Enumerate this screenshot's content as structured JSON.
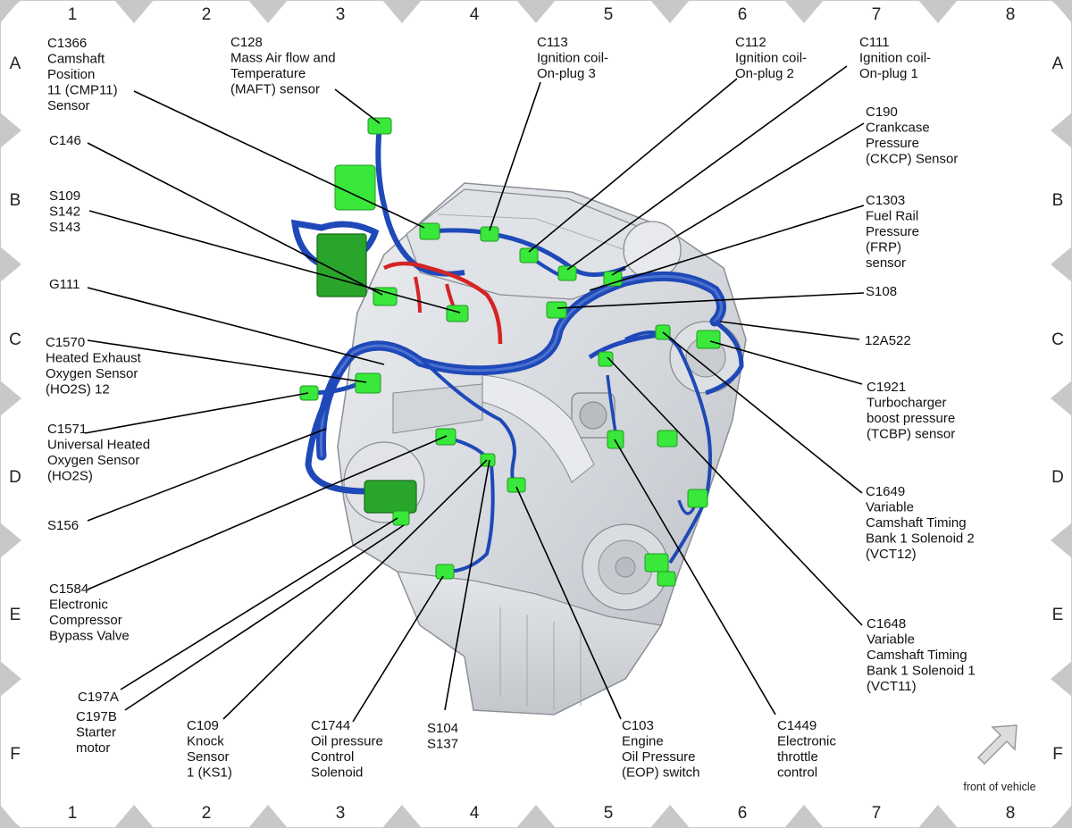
{
  "grid": {
    "columns": [
      "1",
      "2",
      "3",
      "4",
      "5",
      "6",
      "7",
      "8"
    ],
    "rows": [
      "A",
      "B",
      "C",
      "D",
      "E",
      "F"
    ]
  },
  "labels": [
    {
      "id": "c1366",
      "lines": [
        "C1366",
        "Camshaft",
        "Position",
        "11 (CMP11)",
        "Sensor"
      ]
    },
    {
      "id": "c128",
      "lines": [
        "C128",
        "Mass Air flow and",
        "Temperature",
        "(MAFT) sensor"
      ]
    },
    {
      "id": "c113",
      "lines": [
        "C113",
        "Ignition coil-",
        "On-plug 3"
      ]
    },
    {
      "id": "c112",
      "lines": [
        "C112",
        "Ignition coil-",
        "On-plug 2"
      ]
    },
    {
      "id": "c111",
      "lines": [
        "C111",
        "Ignition coil-",
        "On-plug 1"
      ]
    },
    {
      "id": "c146",
      "lines": [
        "C146"
      ]
    },
    {
      "id": "c190",
      "lines": [
        "C190",
        "Crankcase",
        "Pressure",
        "(CKCP) Sensor"
      ]
    },
    {
      "id": "s109",
      "lines": [
        "S109",
        "S142",
        "S143"
      ]
    },
    {
      "id": "c1303",
      "lines": [
        "C1303",
        "Fuel Rail",
        "Pressure",
        "(FRP)",
        "sensor"
      ]
    },
    {
      "id": "g111",
      "lines": [
        "G111"
      ]
    },
    {
      "id": "s108",
      "lines": [
        "S108"
      ]
    },
    {
      "id": "c1570",
      "lines": [
        "C1570",
        "Heated Exhaust",
        "Oxygen Sensor",
        "(HO2S) 12"
      ]
    },
    {
      "id": "12a522",
      "lines": [
        "12A522"
      ]
    },
    {
      "id": "c1921",
      "lines": [
        "C1921",
        "Turbocharger",
        "boost pressure",
        "(TCBP) sensor"
      ]
    },
    {
      "id": "c1571",
      "lines": [
        "C1571",
        "Universal Heated",
        "Oxygen Sensor",
        "(HO2S)"
      ]
    },
    {
      "id": "c1649",
      "lines": [
        "C1649",
        "Variable",
        "Camshaft Timing",
        "Bank 1 Solenoid 2",
        "(VCT12)"
      ]
    },
    {
      "id": "s156",
      "lines": [
        "S156"
      ]
    },
    {
      "id": "c1584",
      "lines": [
        "C1584",
        "Electronic",
        "Compressor",
        "Bypass Valve"
      ]
    },
    {
      "id": "c1648",
      "lines": [
        "C1648",
        "Variable",
        "Camshaft Timing",
        "Bank 1 Solenoid 1",
        "(VCT11)"
      ]
    },
    {
      "id": "c197a",
      "lines": [
        "C197A"
      ]
    },
    {
      "id": "c197b",
      "lines": [
        "C197B",
        "Starter",
        "motor"
      ]
    },
    {
      "id": "c109",
      "lines": [
        "C109",
        "Knock",
        "Sensor",
        "1 (KS1)"
      ]
    },
    {
      "id": "c1744",
      "lines": [
        "C1744",
        "Oil pressure",
        "Control",
        "Solenoid"
      ]
    },
    {
      "id": "s104",
      "lines": [
        "S104",
        "S137"
      ]
    },
    {
      "id": "c103",
      "lines": [
        "C103",
        "Engine",
        "Oil Pressure",
        "(EOP) switch"
      ]
    },
    {
      "id": "c1449",
      "lines": [
        "C1449",
        "Electronic",
        "throttle",
        "control"
      ]
    }
  ],
  "orientation": {
    "text": "front of vehicle"
  },
  "colors": {
    "harness": "#1f49b8",
    "connector": "#39e83a",
    "fuel_line": "#d42424",
    "engine": "#d7d9dd",
    "border_chevron": "#c8c8c8"
  }
}
